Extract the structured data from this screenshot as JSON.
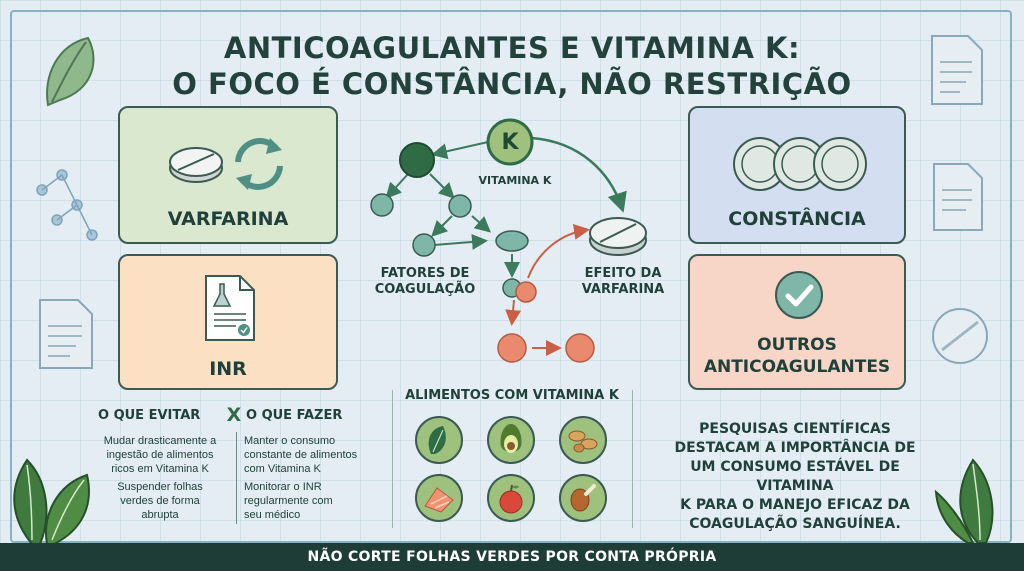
{
  "title": {
    "line1": "ANTICOAGULANTES E VITAMINA K:",
    "line2": "O FOCO É CONSTÂNCIA, NÃO RESTRIÇÃO"
  },
  "cards": {
    "varfarina": "VARFARINA",
    "inr": "INR",
    "constancia": "CONSTÂNCIA",
    "outros_line1": "OUTROS",
    "outros_line2": "ANTICOAGULANTES"
  },
  "diagram": {
    "k_letter": "K",
    "vitamina_k": "VITAMINA K",
    "fatores_line1": "FATORES DE",
    "fatores_line2": "COAGULAÇÃO",
    "efeito_line1": "EFEITO DA",
    "efeito_line2": "VARFARINA"
  },
  "guidance": {
    "avoid_header": "O QUE EVITAR",
    "do_header": "O QUE FAZER",
    "x_mark": "X",
    "avoid_items": [
      [
        "Mudar drasticamente a",
        "ingestão de alimentos",
        "ricos em Vitamina K"
      ],
      [
        "Suspender folhas",
        "verdes de forma",
        "abrupta"
      ]
    ],
    "do_items": [
      [
        "Manter o consumo",
        "constante de alimentos",
        "com Vitamina K"
      ],
      [
        "Monitorar o INR",
        "regularmente com",
        "seu médico"
      ]
    ]
  },
  "foods": {
    "header": "ALIMENTOS COM VITAMINA K",
    "icons": [
      "spinach-icon",
      "avocado-icon",
      "peanuts-icon",
      "salmon-icon",
      "apple-icon",
      "chicken-leg-icon"
    ]
  },
  "research": {
    "lines": [
      "PESQUISAS CIENTÍFICAS",
      "DESTACAM A IMPORTÂNCIA DE",
      "UM CONSUMO ESTÁVEL DE VITAMINA",
      "K PARA O MANEJO EFICAZ DA",
      "COAGULAÇÃO SANGUÍNEA."
    ]
  },
  "footer": "NÃO CORTE FOLHAS VERDES POR CONTA PRÓPRIA",
  "colors": {
    "varfarina_card": "#d9e8cf",
    "inr_card": "#fbe0c4",
    "constancia_card": "#d3dff0",
    "outros_card": "#f7d6c8",
    "dark_green": "#2f6b45",
    "teal": "#7eb6a8",
    "salmon": "#e98a6f",
    "footer_bg": "#1f3d37"
  }
}
